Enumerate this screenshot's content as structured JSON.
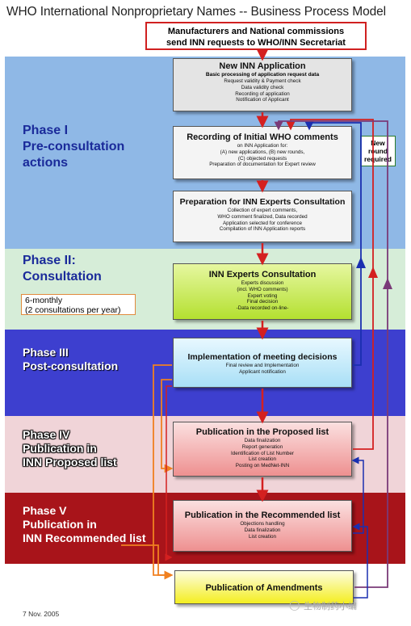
{
  "title": "WHO International Nonproprietary Names --  Business Process Model",
  "top_box": {
    "line1": "Manufacturers and National commissions",
    "line2": "send INN requests to WHO/INN Secretariat"
  },
  "phases": [
    {
      "label": "Phase I\nPre-consultation\nactions",
      "color": "#8fb8e6"
    },
    {
      "label": "Phase II:\nConsultation",
      "color": "#d6edd8"
    },
    {
      "label": "Phase III\nPost-consultation",
      "color": "#3d3fcf"
    },
    {
      "label": "Phase IV\nPublication in\nINN Proposed list",
      "color": "#f0d4d8"
    },
    {
      "label": "Phase V\nPublication in\nINN Recommended list",
      "color": "#a8141a"
    }
  ],
  "note": "6-monthly\n(2 consultations per year)",
  "boxes": {
    "new_app": {
      "title": "New INN Application",
      "sub": "Basic processing of application request data",
      "lines": [
        "Request validity & Payment check",
        "Data validity check",
        "Recording of application",
        "Notification of Applicant"
      ]
    },
    "recording": {
      "title": "Recording of Initial WHO comments",
      "lines": [
        "on INN Application for:",
        "(A) new applications, (B) new rounds,",
        "(C) objected requests",
        "Preparation of documentation for Expert review"
      ]
    },
    "preparation": {
      "title": "Preparation for INN Experts Consultation",
      "lines": [
        "Collection of expert comments,",
        "WHO comment finalized, Data recorded",
        "Application selected for conference",
        "Compilation of INN Application reports"
      ]
    },
    "consultation": {
      "title": "INN Experts Consultation",
      "lines": [
        "Experts discussion",
        "(incl. WHO comments)",
        "Expert voting",
        "Final decision",
        "-Data recorded on-line-"
      ]
    },
    "implementation": {
      "title": "Implementation of meeting decisions",
      "lines": [
        "Final review and Implementation",
        "Applicant notification"
      ]
    },
    "proposed": {
      "title": "Publication in the Proposed list",
      "lines": [
        "Data finalization",
        "Report generation",
        "Identification of List Number",
        "List creation",
        "Posting on MedNet-INN"
      ]
    },
    "recommended": {
      "title": "Publication in the Recommended list",
      "lines": [
        "Objections handling",
        "Data finalization",
        "List creation"
      ]
    },
    "amendments": {
      "title": "Publication of Amendments",
      "lines": []
    }
  },
  "new_round": "New\nround\nrequired",
  "date": "7 Nov. 2005",
  "watermark": "生物制药小编"
}
